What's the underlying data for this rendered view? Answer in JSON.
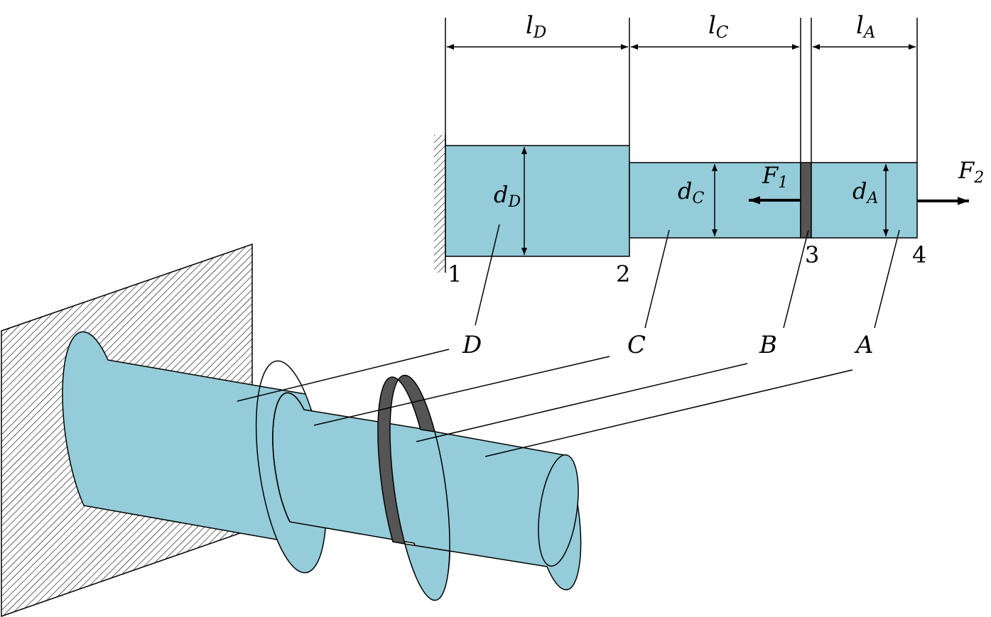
{
  "colors": {
    "bar_fill": "#95ccd9",
    "ring_fill": "#555555",
    "outline": "#000000",
    "hatch": "#000000"
  },
  "dimensions": {
    "l_D": {
      "base": "l",
      "sub": "D"
    },
    "l_C": {
      "base": "l",
      "sub": "C"
    },
    "l_A": {
      "base": "l",
      "sub": "A"
    },
    "d_D": {
      "base": "d",
      "sub": "D"
    },
    "d_C": {
      "base": "d",
      "sub": "C"
    },
    "d_A": {
      "base": "d",
      "sub": "A"
    }
  },
  "forces": {
    "F1": {
      "base": "F",
      "sub": "1"
    },
    "F2": {
      "base": "F",
      "sub": "2"
    }
  },
  "stations": [
    "1",
    "2",
    "3",
    "4"
  ],
  "parts": [
    "D",
    "C",
    "B",
    "A"
  ]
}
